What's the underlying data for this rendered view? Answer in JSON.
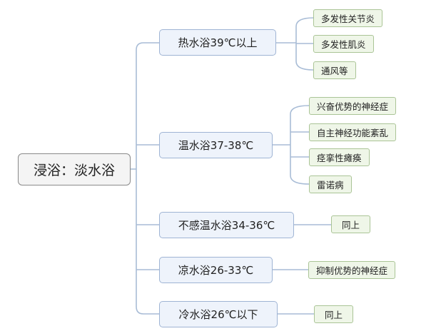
{
  "root": {
    "label": "浸浴：淡水浴"
  },
  "branches": [
    {
      "label": "热水浴39℃以上",
      "children": [
        "多发性关节炎",
        "多发性肌炎",
        "通风等"
      ]
    },
    {
      "label": "温水浴37-38℃",
      "children": [
        "兴奋优势的神经症",
        "自主神经功能紊乱",
        "痉挛性瘫痪",
        "雷诺病"
      ]
    },
    {
      "label": "不感温水浴34-36℃",
      "children": [
        "同上"
      ]
    },
    {
      "label": "凉水浴26-33℃",
      "children": [
        "抑制优势的神经症"
      ]
    },
    {
      "label": "冷水浴26℃以下",
      "children": [
        "同上"
      ]
    }
  ],
  "colors": {
    "root_border": "#8a8a8a",
    "root_fill": "#f4f4f4",
    "branch_border": "#9fb4d4",
    "branch_fill": "#eef3fb",
    "leaf_border": "#aac496",
    "leaf_fill": "#eff6e8",
    "line": "#a8bcd6"
  }
}
